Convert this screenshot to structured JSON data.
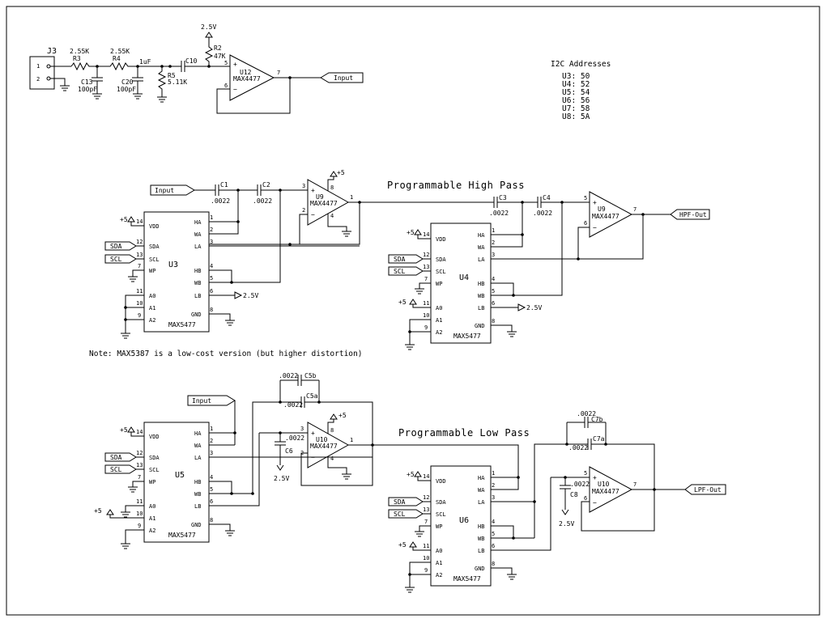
{
  "i2c": {
    "title": "I2C Addresses",
    "rows": [
      "U3: 50",
      "U4: 52",
      "U5: 54",
      "U6: 56",
      "U7: 58",
      "U8: 5A"
    ]
  },
  "note": "Note:  MAX5387 is a low-cost version (but higher distortion)",
  "section_hp": "Programmable  High Pass",
  "section_lp": "Programmable  Low Pass",
  "ports": {
    "input": "Input",
    "hpf_out": "HPF-Out",
    "lpf_out": "LPF-Out",
    "sda": "SDA",
    "scl": "SCL"
  },
  "supply": {
    "v25": "2.5V",
    "p5": "+5"
  },
  "input_stage": {
    "j3": "J3",
    "j3_p1": "1",
    "j3_p2": "2",
    "r3_ref": "R3",
    "r3_val": "2.55K",
    "r4_ref": "R4",
    "r4_val": "2.55K",
    "c13_ref": "C13",
    "c13_val": "100pF",
    "c20_ref": "C20",
    "c20_val": "100pF",
    "c10_ref": "C10",
    "c10_val": "1uF",
    "r5_ref": "R5",
    "r5_val": "5.11K",
    "r2_ref": "R2",
    "r2_val": "47K",
    "u12_ref": "U12",
    "u12_part": "MAX4477",
    "u12_p5": "5",
    "u12_p6": "6",
    "u12_p7": "7"
  },
  "opamp": {
    "u9a": {
      "ref": "U9",
      "part": "MAX4477",
      "pin_p": "3",
      "pin_n": "2",
      "pin_out": "1",
      "pin_vcc": "8",
      "pin_gnd": "4"
    },
    "u9b": {
      "ref": "U9",
      "part": "MAX4477",
      "pin_p": "5",
      "pin_n": "6",
      "pin_out": "7"
    },
    "u10a": {
      "ref": "U10",
      "part": "MAX4477",
      "pin_p": "3",
      "pin_n": "2",
      "pin_out": "1",
      "pin_vcc": "8",
      "pin_gnd": "4"
    },
    "u10b": {
      "ref": "U10",
      "part": "MAX4477",
      "pin_p": "5",
      "pin_n": "6",
      "pin_out": "7"
    }
  },
  "caps": {
    "c1": "C1",
    "c1_val": ".0022",
    "c2": "C2",
    "c2_val": ".0022",
    "c3": "C3",
    "c3_val": ".0022",
    "c4": "C4",
    "c4_val": ".0022",
    "c5a": "C5a",
    "c5a_val": ".0022",
    "c5b": "C5b",
    "c5b_val": ".0022",
    "c6": "C6",
    "c6_val": ".0022",
    "c7a": "C7a",
    "c7a_val": ".0022",
    "c7b": "C7b",
    "c7b_val": ".0022",
    "c8": "C8",
    "c8_val": ".0022"
  },
  "chip": {
    "part": "MAX5477",
    "left_pins": [
      {
        "num": "14",
        "name": "VDD"
      },
      {
        "num": "12",
        "name": "SDA"
      },
      {
        "num": "13",
        "name": "SCL"
      },
      {
        "num": "7",
        "name": "WP"
      },
      {
        "num": "11",
        "name": "A0"
      },
      {
        "num": "10",
        "name": "A1"
      },
      {
        "num": "9",
        "name": "A2"
      }
    ],
    "right_pins": [
      {
        "num": "1",
        "name": "HA"
      },
      {
        "num": "2",
        "name": "WA"
      },
      {
        "num": "3",
        "name": "LA"
      },
      {
        "num": "4",
        "name": "HB"
      },
      {
        "num": "5",
        "name": "WB"
      },
      {
        "num": "6",
        "name": "LB"
      },
      {
        "num": "8",
        "name": "GND"
      }
    ],
    "refs": [
      "U3",
      "U4",
      "U5",
      "U6"
    ]
  }
}
